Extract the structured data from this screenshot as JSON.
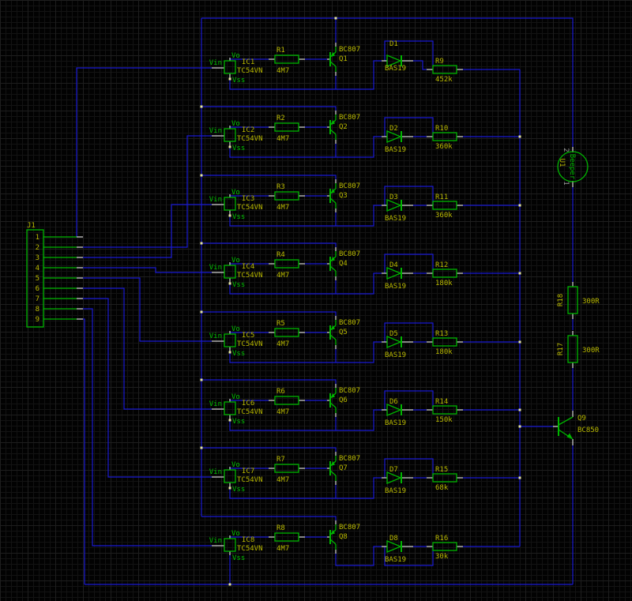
{
  "colors": {
    "wire": "#1a1ad2",
    "symbol": "#00b400",
    "stub": "#c9c9c9",
    "name_text": "#b9b900",
    "pin_text": "#00c000",
    "gray_text": "#9a9a9a",
    "junction": "#e6e69e"
  },
  "connector": {
    "ref": "J1",
    "pins": [
      "1",
      "2",
      "3",
      "4",
      "5",
      "6",
      "7",
      "8",
      "9"
    ]
  },
  "rows": [
    {
      "ic": {
        "ref": "IC1",
        "value": "TC54VN",
        "pin_out": "Vo",
        "pin_in": "Vin",
        "pin_gnd": "Vss"
      },
      "r_base": {
        "ref": "R1",
        "value": "4M7"
      },
      "q": {
        "ref": "Q1",
        "value": "BC807"
      },
      "d": {
        "ref": "D1",
        "value": "BAS19"
      },
      "r_out": {
        "ref": "R9",
        "value": "452k"
      }
    },
    {
      "ic": {
        "ref": "IC2",
        "value": "TC54VN",
        "pin_out": "Vo",
        "pin_in": "Vin",
        "pin_gnd": "Vss"
      },
      "r_base": {
        "ref": "R2",
        "value": "4M7"
      },
      "q": {
        "ref": "Q2",
        "value": "BC807"
      },
      "d": {
        "ref": "D2",
        "value": "BAS19"
      },
      "r_out": {
        "ref": "R10",
        "value": "360k"
      }
    },
    {
      "ic": {
        "ref": "IC3",
        "value": "TC54VN",
        "pin_out": "Vo",
        "pin_in": "Vin",
        "pin_gnd": "Vss"
      },
      "r_base": {
        "ref": "R3",
        "value": "4M7"
      },
      "q": {
        "ref": "Q3",
        "value": "BC807"
      },
      "d": {
        "ref": "D3",
        "value": "BAS19"
      },
      "r_out": {
        "ref": "R11",
        "value": "360k"
      }
    },
    {
      "ic": {
        "ref": "IC4",
        "value": "TC54VN",
        "pin_out": "Vo",
        "pin_in": "Vin",
        "pin_gnd": "Vss"
      },
      "r_base": {
        "ref": "R4",
        "value": "4M7"
      },
      "q": {
        "ref": "Q4",
        "value": "BC807"
      },
      "d": {
        "ref": "D4",
        "value": "BAS19"
      },
      "r_out": {
        "ref": "R12",
        "value": "180k"
      }
    },
    {
      "ic": {
        "ref": "IC5",
        "value": "TC54VN",
        "pin_out": "Vo",
        "pin_in": "Vin",
        "pin_gnd": "Vss"
      },
      "r_base": {
        "ref": "R5",
        "value": "4M7"
      },
      "q": {
        "ref": "Q5",
        "value": "BC807"
      },
      "d": {
        "ref": "D5",
        "value": "BAS19"
      },
      "r_out": {
        "ref": "R13",
        "value": "180k"
      }
    },
    {
      "ic": {
        "ref": "IC6",
        "value": "TC54VN",
        "pin_out": "Vo",
        "pin_in": "Vin",
        "pin_gnd": "Vss"
      },
      "r_base": {
        "ref": "R6",
        "value": "4M7"
      },
      "q": {
        "ref": "Q6",
        "value": "BC807"
      },
      "d": {
        "ref": "D6",
        "value": "BAS19"
      },
      "r_out": {
        "ref": "R14",
        "value": "150k"
      }
    },
    {
      "ic": {
        "ref": "IC7",
        "value": "TC54VN",
        "pin_out": "Vo",
        "pin_in": "Vin",
        "pin_gnd": "Vss"
      },
      "r_base": {
        "ref": "R7",
        "value": "4M7"
      },
      "q": {
        "ref": "Q7",
        "value": "BC807"
      },
      "d": {
        "ref": "D7",
        "value": "BAS19"
      },
      "r_out": {
        "ref": "R15",
        "value": "68k"
      }
    },
    {
      "ic": {
        "ref": "IC8",
        "value": "TC54VN",
        "pin_out": "Vo",
        "pin_in": "Vin",
        "pin_gnd": "Vss"
      },
      "r_base": {
        "ref": "R8",
        "value": "4M7"
      },
      "q": {
        "ref": "Q8",
        "value": "BC807"
      },
      "d": {
        "ref": "D8",
        "value": "BAS19"
      },
      "r_out": {
        "ref": "R16",
        "value": "30k"
      }
    }
  ],
  "right_side": {
    "buzzer": {
      "ref": "U1",
      "value": "Beeper",
      "pin_top": "2",
      "pin_bottom": "1"
    },
    "r18": {
      "ref": "R18",
      "value": "300R"
    },
    "r17": {
      "ref": "R17",
      "value": "300R"
    },
    "q9": {
      "ref": "Q9",
      "value": "BC850"
    }
  }
}
